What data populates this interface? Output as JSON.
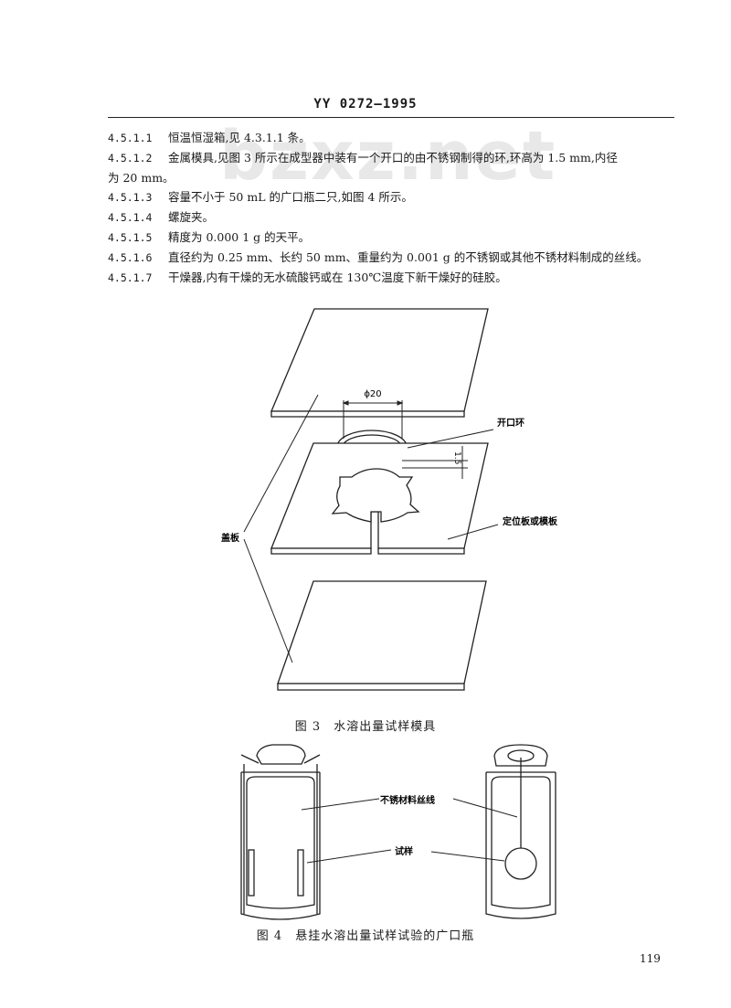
{
  "header": {
    "code": "YY 0272—1995"
  },
  "watermark": "bzxz.net",
  "clauses": [
    {
      "num": "4.5.1.1",
      "text": "恒温恒湿箱,见 4.3.1.1 条。"
    },
    {
      "num": "4.5.1.2",
      "text": "金属模具,见图 3 所示在成型器中装有一个开口的由不锈钢制得的环,环高为 1.5 mm,内径",
      "cont": "为 20 mm。"
    },
    {
      "num": "4.5.1.3",
      "text": "容量不小于 50 mL 的广口瓶二只,如图 4 所示。"
    },
    {
      "num": "4.5.1.4",
      "text": "螺旋夹。"
    },
    {
      "num": "4.5.1.5",
      "text": "精度为 0.000 1 g 的天平。"
    },
    {
      "num": "4.5.1.6",
      "text": "直径约为 0.25 mm、长约 50 mm、重量约为 0.001 g 的不锈钢或其他不锈材料制成的丝线。"
    },
    {
      "num": "4.5.1.7",
      "text": "干燥器,内有干燥的无水硫酸钙或在 130℃温度下新干燥好的硅胶。"
    }
  ],
  "figure3": {
    "dim_diameter": "ϕ20",
    "dim_height": "1.5",
    "label_ring": "开口环",
    "label_plate": "定位板或模板",
    "label_cover": "盖板",
    "caption": "图 3　水溶出量试样模具"
  },
  "figure4": {
    "label_wire": "不锈材料丝线",
    "label_sample": "试样",
    "caption": "图 4　悬挂水溶出量试样试验的广口瓶"
  },
  "page_number": "119"
}
